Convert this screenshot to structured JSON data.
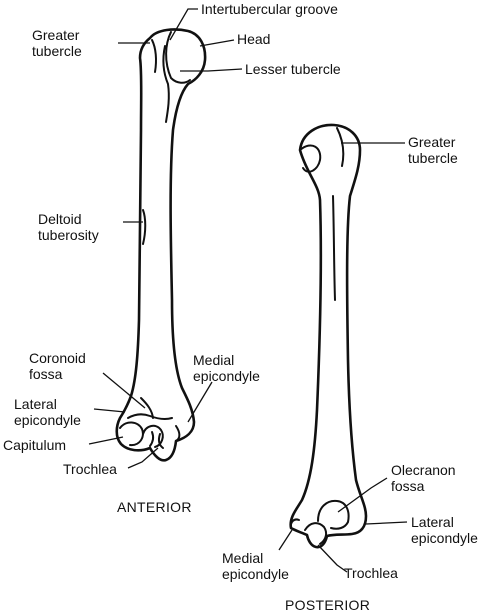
{
  "anterior": {
    "view_title": "ANTERIOR",
    "labels": {
      "intertubercular_groove": "Intertubercular groove",
      "greater_tubercle": "Greater\ntubercle",
      "head": "Head",
      "lesser_tubercle": "Lesser tubercle",
      "deltoid_tuberosity": "Deltoid\ntuberosity",
      "coronoid_fossa": "Coronoid\nfossa",
      "medial_epicondyle": "Medial\nepicondyle",
      "lateral_epicondyle": "Lateral\nepicondyle",
      "capitulum": "Capitulum",
      "trochlea": "Trochlea"
    }
  },
  "posterior": {
    "view_title": "POSTERIOR",
    "labels": {
      "greater_tubercle": "Greater\ntubercle",
      "olecranon_fossa": "Olecranon\nfossa",
      "lateral_epicondyle": "Lateral\nepicondyle",
      "medial_epicondyle": "Medial\nepicondyle",
      "trochlea": "Trochlea"
    }
  }
}
